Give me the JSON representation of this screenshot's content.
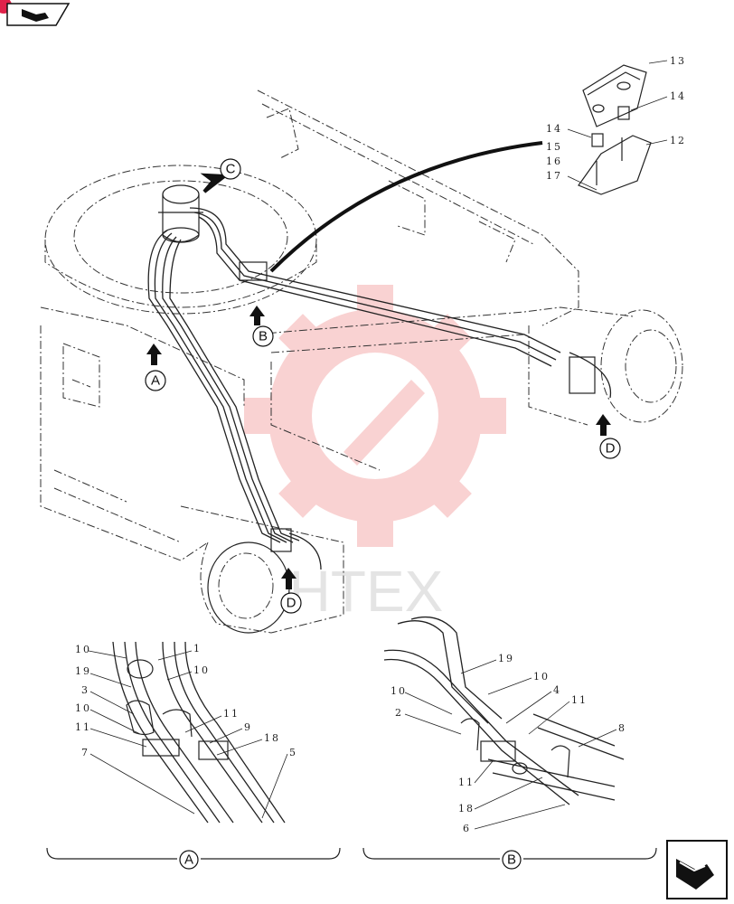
{
  "watermark": {
    "text": "HTEX",
    "color": "#e53935"
  },
  "views": {
    "main": [
      "C",
      "B",
      "A",
      "D",
      "D"
    ],
    "detail_a_caption": "A",
    "detail_b_caption": "B"
  },
  "callouts": {
    "top_right": [
      "13",
      "14",
      "14",
      "15",
      "16",
      "17",
      "12"
    ],
    "detail_a": [
      "10",
      "1",
      "19",
      "10",
      "3",
      "10",
      "11",
      "11",
      "9",
      "18",
      "7",
      "5"
    ],
    "detail_b": [
      "19",
      "10",
      "10",
      "4",
      "2",
      "11",
      "8",
      "11",
      "18",
      "6"
    ]
  },
  "icons": {
    "corner_top_left": "return-arrow-icon",
    "corner_bottom_right": "continue-arrow-icon"
  }
}
